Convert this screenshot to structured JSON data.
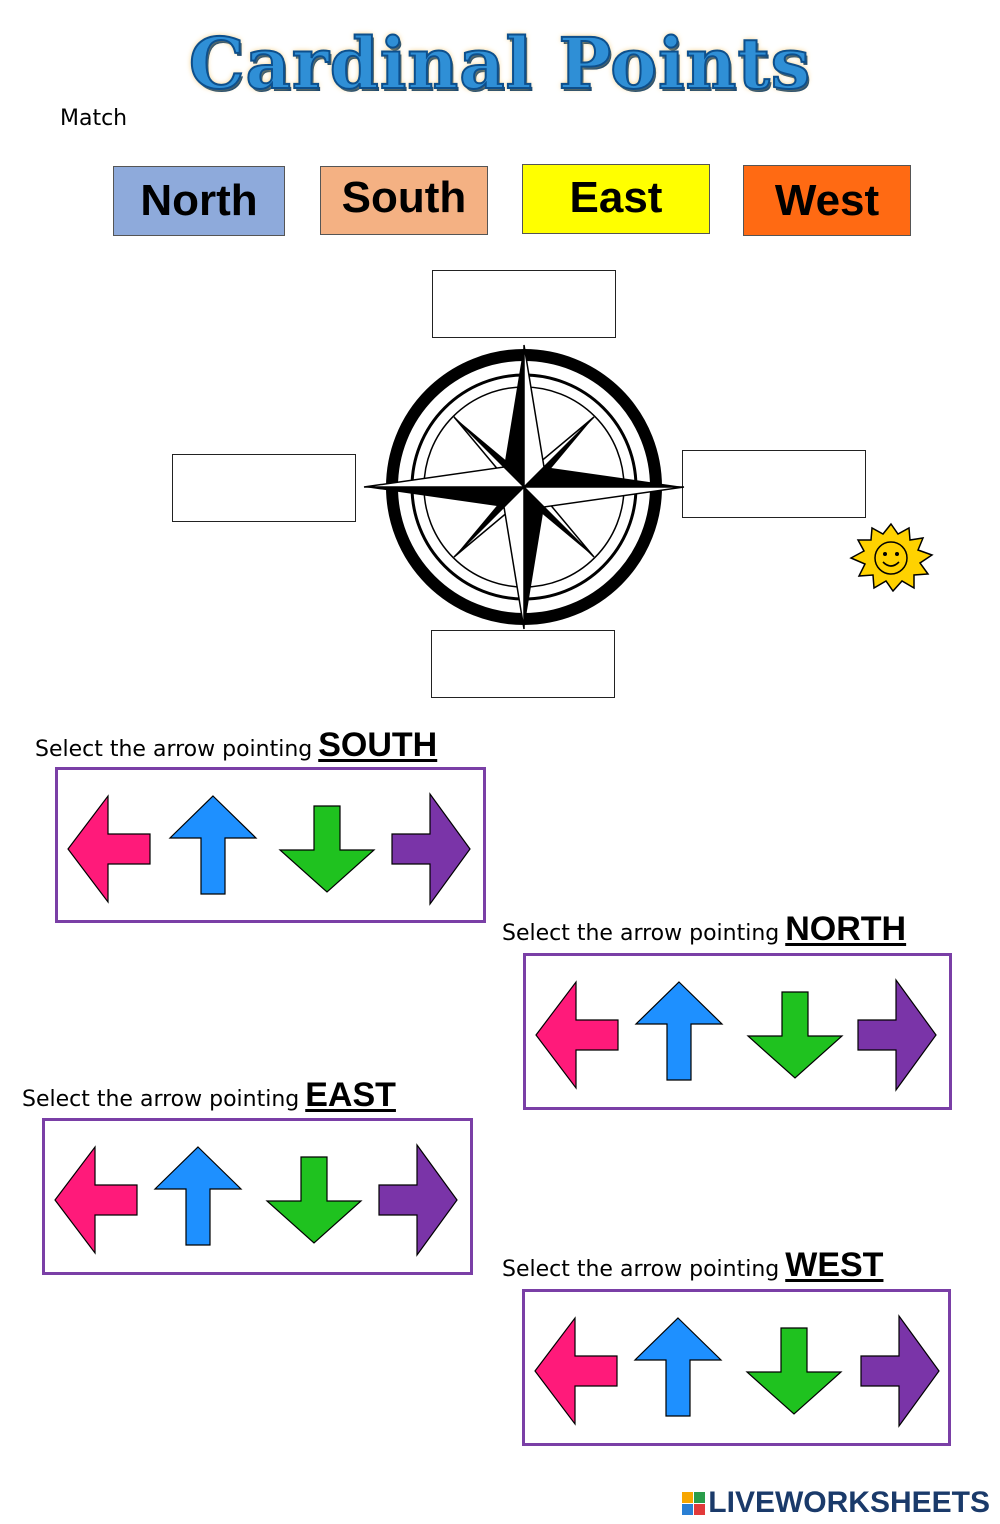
{
  "title": "Cardinal Points",
  "instruction": "Match",
  "word_bank": [
    {
      "label": "North",
      "color": "#8eaadb"
    },
    {
      "label": "South",
      "color": "#f4b183"
    },
    {
      "label": "East",
      "color": "#ffff00"
    },
    {
      "label": "West",
      "color": "#ff6a13"
    }
  ],
  "compass_blanks": {
    "top": "",
    "left": "",
    "right": "",
    "bottom": ""
  },
  "arrow_colors": {
    "left": "#ff1a7a",
    "up": "#1e90ff",
    "down": "#1fc21f",
    "right": "#7a34a8"
  },
  "questions": [
    {
      "prompt": "Select the arrow pointing",
      "direction": "SOUTH"
    },
    {
      "prompt": "Select the arrow pointing",
      "direction": "NORTH"
    },
    {
      "prompt": "Select the arrow pointing",
      "direction": "EAST"
    },
    {
      "prompt": "Select the arrow pointing",
      "direction": "WEST"
    }
  ],
  "footer": {
    "brand": "LIVEWORKSHEETS"
  }
}
